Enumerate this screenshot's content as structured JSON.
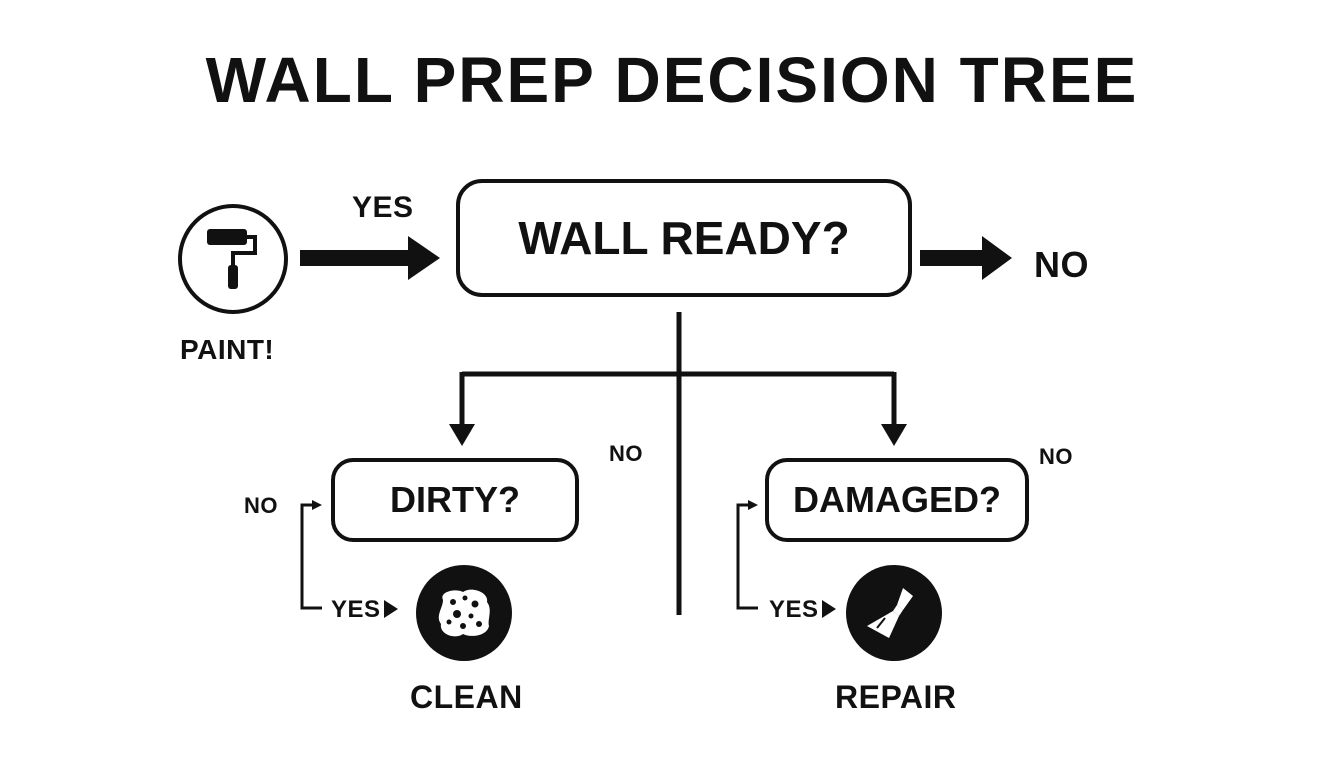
{
  "title": "WALL PREP DECISION TREE",
  "nodes": {
    "main": "WALL READY?",
    "dirty": "DIRTY?",
    "damaged": "DAMAGED?"
  },
  "labels": {
    "yes_top": "YES",
    "no_right": "NO",
    "paint": "PAINT!",
    "no_mid": "NO",
    "no_dirty_side": "NO",
    "yes_dirty": "YES",
    "clean": "CLEAN",
    "no_damaged_side": "NO",
    "yes_damaged": "YES",
    "repair": "REPAIR"
  },
  "icons": {
    "paint": "paint-roller-icon",
    "clean": "sponge-icon",
    "repair": "putty-knife-icon"
  },
  "colors": {
    "ink": "#111111",
    "background": "#ffffff"
  }
}
